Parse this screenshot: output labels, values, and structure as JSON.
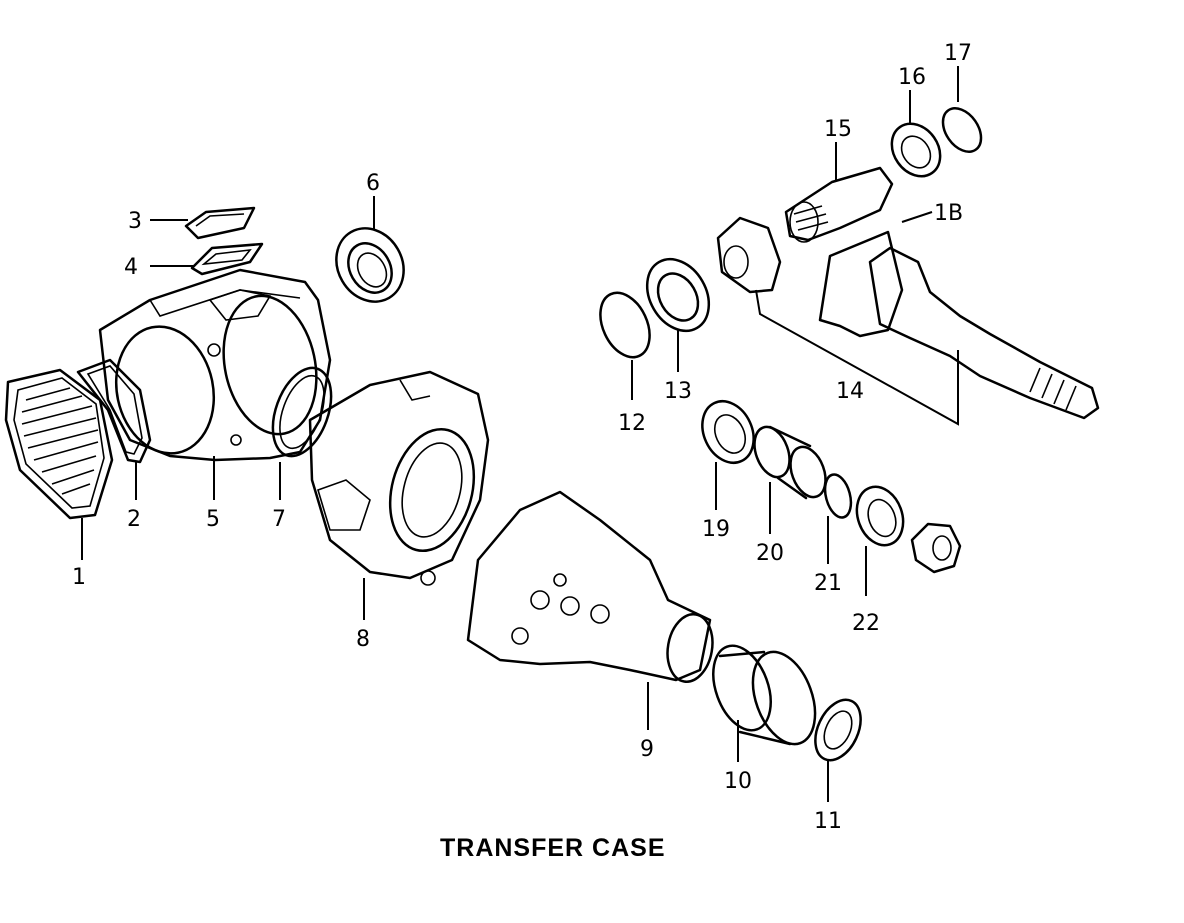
{
  "title": "TRANSFER CASE",
  "callouts": {
    "c1": "1",
    "c2": "2",
    "c3": "3",
    "c4": "4",
    "c5": "5",
    "c6": "6",
    "c7": "7",
    "c8": "8",
    "c9": "9",
    "c10": "10",
    "c11": "11",
    "c12": "12",
    "c13": "13",
    "c14": "14",
    "c15": "15",
    "c16": "16",
    "c17": "17",
    "c18": "1B",
    "c19": "19",
    "c20": "20",
    "c21": "21",
    "c22": "22"
  }
}
